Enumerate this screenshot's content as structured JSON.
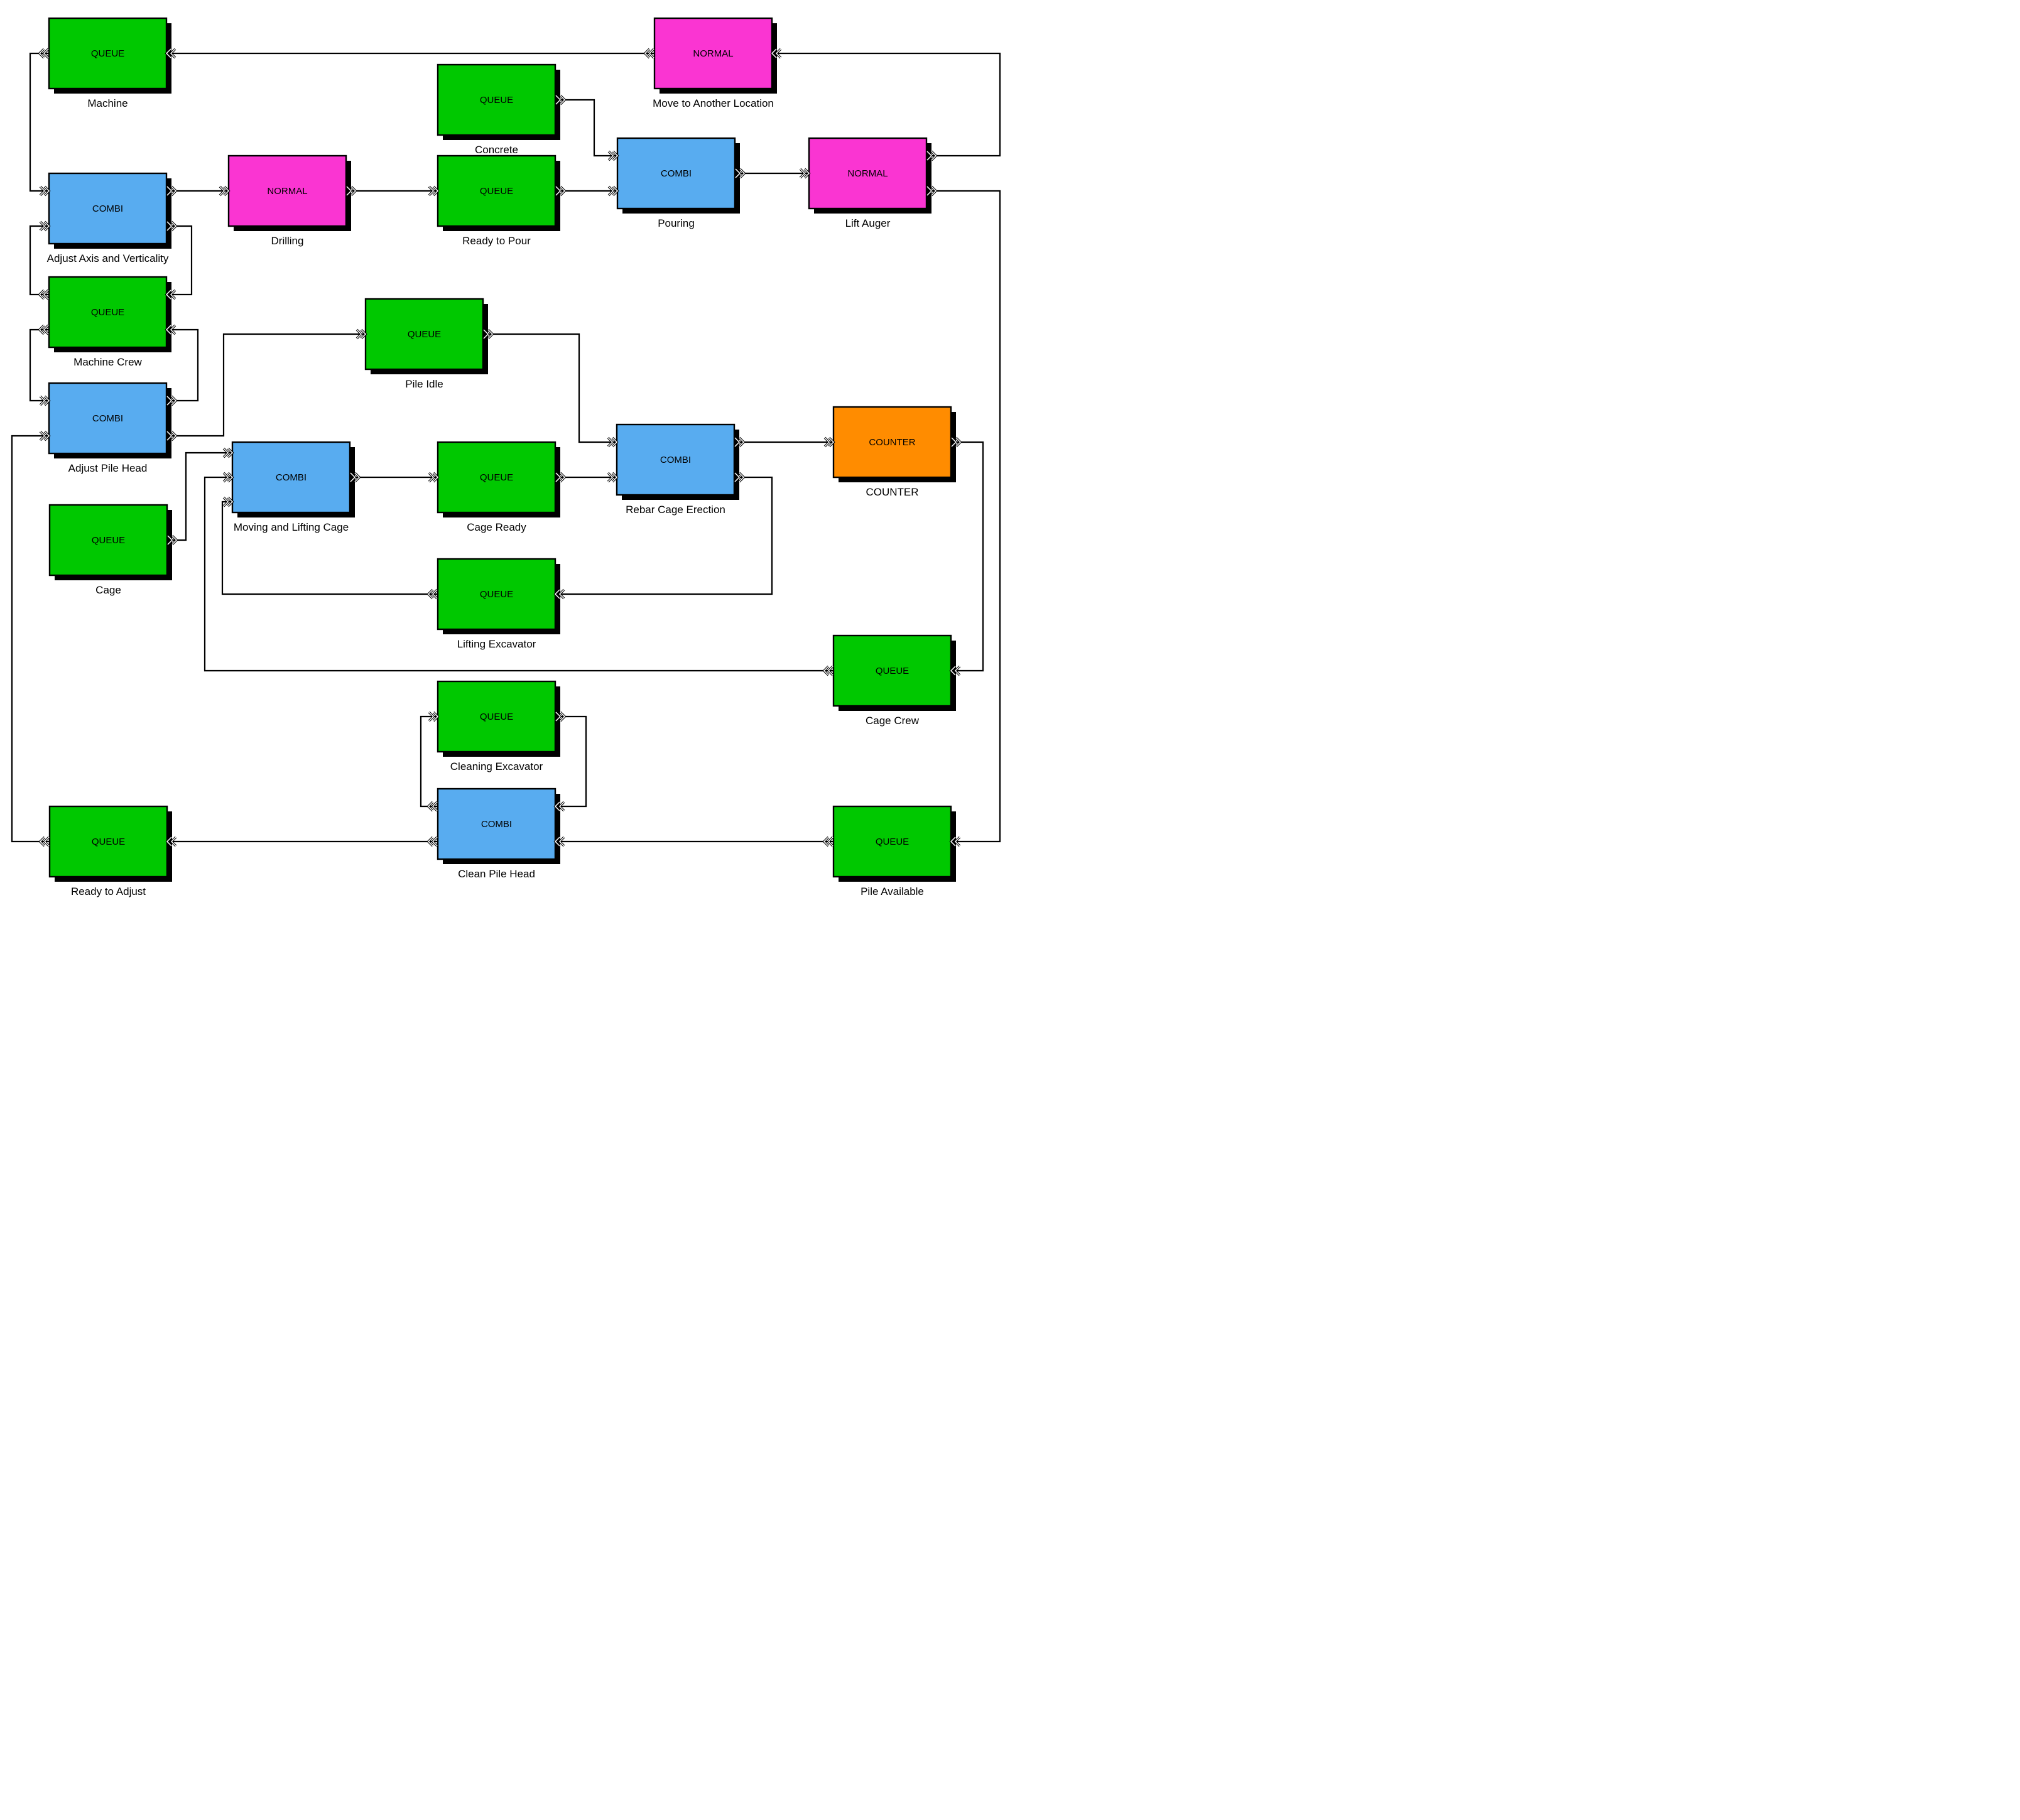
{
  "colors": {
    "background": "#FFFFFF",
    "queue": "#00C800",
    "combi": "#58ACF0",
    "normal": "#FA35D2",
    "counter": "#FF8C00",
    "line": "#000000",
    "shadow": "#000000",
    "text": "#000000"
  },
  "nodes": {
    "machine": {
      "type": "QUEUE",
      "label": "Machine"
    },
    "move_to_another_location": {
      "type": "NORMAL",
      "label": "Move to Another Location"
    },
    "concrete": {
      "type": "QUEUE",
      "label": "Concrete"
    },
    "drilling": {
      "type": "NORMAL",
      "label": "Drilling"
    },
    "ready_to_pour": {
      "type": "QUEUE",
      "label": "Ready to Pour"
    },
    "pouring": {
      "type": "COMBI",
      "label": "Pouring"
    },
    "lift_auger": {
      "type": "NORMAL",
      "label": "Lift Auger"
    },
    "adjust_axis": {
      "type": "COMBI",
      "label": "Adjust Axis and Verticality"
    },
    "machine_crew": {
      "type": "QUEUE",
      "label": "Machine Crew"
    },
    "pile_idle": {
      "type": "QUEUE",
      "label": "Pile Idle"
    },
    "adjust_pile_head": {
      "type": "COMBI",
      "label": "Adjust Pile Head"
    },
    "counter": {
      "type": "COUNTER",
      "label": "COUNTER"
    },
    "rebar_cage_erection": {
      "type": "COMBI",
      "label": "Rebar Cage Erection"
    },
    "moving_and_lifting_cage": {
      "type": "COMBI",
      "label": "Moving and Lifting Cage"
    },
    "cage_ready": {
      "type": "QUEUE",
      "label": "Cage Ready"
    },
    "cage": {
      "type": "QUEUE",
      "label": "Cage"
    },
    "lifting_excavator": {
      "type": "QUEUE",
      "label": "Lifting Excavator"
    },
    "cage_crew": {
      "type": "QUEUE",
      "label": "Cage Crew"
    },
    "cleaning_excavator": {
      "type": "QUEUE",
      "label": "Cleaning Excavator"
    },
    "clean_pile_head": {
      "type": "COMBI",
      "label": "Clean Pile Head"
    },
    "ready_to_adjust": {
      "type": "QUEUE",
      "label": "Ready to Adjust"
    },
    "pile_available": {
      "type": "QUEUE",
      "label": "Pile Available"
    }
  },
  "connections": [
    {
      "from": "move_to_another_location",
      "to": "machine"
    },
    {
      "from": "lift_auger",
      "to": "move_to_another_location"
    },
    {
      "from": "machine",
      "to": "adjust_axis"
    },
    {
      "from": "adjust_axis",
      "to": "drilling"
    },
    {
      "from": "drilling",
      "to": "ready_to_pour"
    },
    {
      "from": "ready_to_pour",
      "to": "pouring"
    },
    {
      "from": "concrete",
      "to": "pouring"
    },
    {
      "from": "pouring",
      "to": "lift_auger"
    },
    {
      "from": "lift_auger",
      "to": "pile_available"
    },
    {
      "from": "machine_crew",
      "to": "adjust_axis"
    },
    {
      "from": "adjust_axis",
      "to": "machine_crew"
    },
    {
      "from": "machine_crew",
      "to": "adjust_pile_head"
    },
    {
      "from": "adjust_pile_head",
      "to": "machine_crew"
    },
    {
      "from": "ready_to_adjust",
      "to": "adjust_pile_head"
    },
    {
      "from": "adjust_pile_head",
      "to": "pile_idle"
    },
    {
      "from": "pile_idle",
      "to": "rebar_cage_erection"
    },
    {
      "from": "cage",
      "to": "moving_and_lifting_cage"
    },
    {
      "from": "cage_crew",
      "to": "moving_and_lifting_cage"
    },
    {
      "from": "lifting_excavator",
      "to": "moving_and_lifting_cage"
    },
    {
      "from": "moving_and_lifting_cage",
      "to": "cage_ready"
    },
    {
      "from": "cage_ready",
      "to": "rebar_cage_erection"
    },
    {
      "from": "rebar_cage_erection",
      "to": "counter"
    },
    {
      "from": "rebar_cage_erection",
      "to": "lifting_excavator"
    },
    {
      "from": "counter",
      "to": "cage_crew"
    },
    {
      "from": "clean_pile_head",
      "to": "cleaning_excavator"
    },
    {
      "from": "cleaning_excavator",
      "to": "clean_pile_head"
    },
    {
      "from": "pile_available",
      "to": "clean_pile_head"
    },
    {
      "from": "clean_pile_head",
      "to": "ready_to_adjust"
    }
  ]
}
